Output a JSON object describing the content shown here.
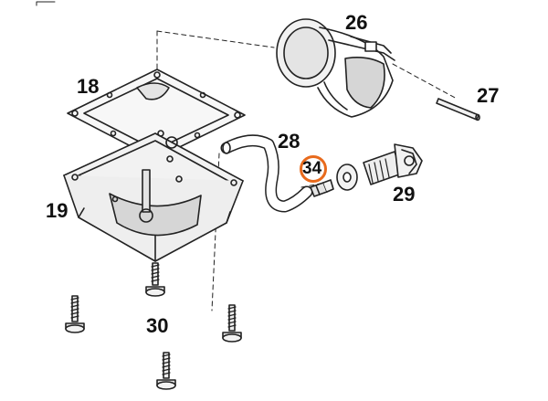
{
  "callouts": {
    "gasket": "18",
    "float_bowl": "19",
    "float": "26",
    "float_pin": "27",
    "hose": "28",
    "drain_screw": "29",
    "bowl_screws": "30",
    "jet": "34"
  },
  "highlighted_part": "34",
  "colors": {
    "line": "#222222",
    "highlight": "#e86a1c",
    "shade": "#d6d6d6",
    "fill": "#f2f2f2"
  },
  "icons": [
    "float-icon",
    "float-pin-icon",
    "gasket-icon",
    "float-bowl-icon",
    "hose-icon",
    "jet-icon",
    "washer-icon",
    "drain-screw-icon",
    "screw-icon"
  ]
}
